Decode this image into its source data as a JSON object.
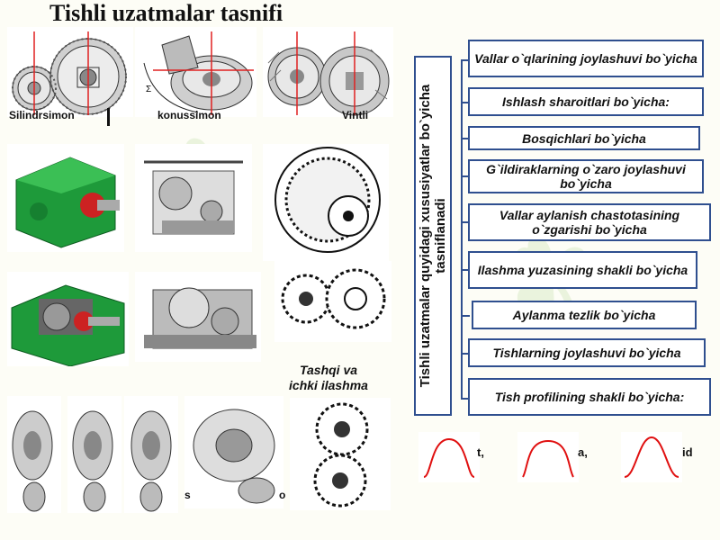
{
  "title": "Tishli uzatmalar tasnifi",
  "captions": {
    "cylindrical": "Silindrsimon",
    "conical": "konussimon",
    "screw": "Vintli",
    "sigma_symbol": "Σ",
    "internal_external_line1": "Tashqi va",
    "internal_external_line2": "ichki ilashma",
    "bottom_partial_1": "s",
    "bottom_partial_2": "o"
  },
  "classification": {
    "vertical_label": "Tishli uzatmalar quyidagi xususiyatlar bo`yicha tasniflanadi",
    "categories": [
      "Vallar o`qlarining joylashuvi bo`yicha",
      "Ishlash sharoitlari bo`yicha:",
      "Bosqichlari bo`yicha",
      "G`ildiraklarning o`zaro joylashuvi bo`yicha",
      "Vallar aylanish chastotasining o`zgarishi bo`yicha",
      "Ilashma yuzasining shakli bo`yicha",
      "Aylanma tezlik bo`yicha",
      "Tishlarning joylashuvi bo`yicha",
      "Tish profilining shakli bo`yicha:"
    ]
  },
  "profiles": {
    "label_1": "t,",
    "label_2": "a,",
    "label_3": "id"
  },
  "colors": {
    "box_border": "#2f4f8f",
    "profile_curve": "#e01010",
    "gearbox_green": "#1e9a3a",
    "axis_red": "#e02020",
    "watermark": "#96c86e"
  },
  "icons": [
    "spur-gear-pair-icon",
    "bevel-gear-pair-icon",
    "helical-gear-pair-icon",
    "green-gearbox-icon",
    "winch-mechanism-icon",
    "internal-gear-icon",
    "open-gearbox-icon",
    "industrial-gearbox-icon",
    "external-gear-pair-icon",
    "spur-gear-column-icon",
    "helical-gear-column-icon",
    "herringbone-gear-column-icon",
    "spiral-bevel-gear-icon",
    "helical-mesh-icon"
  ]
}
